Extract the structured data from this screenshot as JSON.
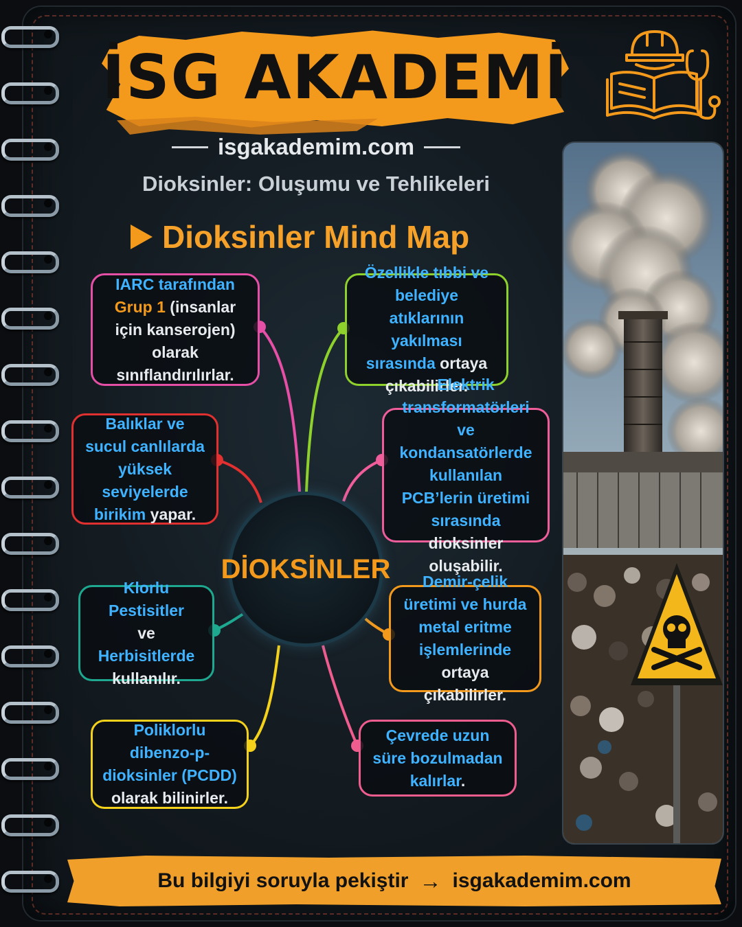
{
  "brand": {
    "title": "İSG AKADEMİ",
    "site": "isgakademim.com"
  },
  "subtitle": "Dioksinler: Oluşumu ve Tehlikeleri",
  "section_title": "Dioksinler Mind Map",
  "center_label": "DİOKSİNLER",
  "nodes": {
    "iarc": {
      "p1": "IARC tarafından",
      "highlight": "Grup 1",
      "p2": " (insanlar için kanserojen) olarak sınıflandırılırlar.",
      "color": "#e64fa6"
    },
    "burning": {
      "text": "Özellikle tıbbi ve belediye atıklarının yakılması sırasında",
      "tail": " ortaya çıkabilirler.",
      "color": "#8fd12c"
    },
    "fish": {
      "text": "Balıklar ve sucul canlılarda yüksek seviyelerde birikim",
      "tail": " yapar.",
      "color": "#e0302f"
    },
    "pcb": {
      "text": "Elektrik transformatörleri ve kondansatörlerde kullanılan PCB’lerin üretimi sırasında",
      "tail": " dioksinler oluşabilir.",
      "color": "#ef5d9a"
    },
    "pesticide": {
      "t1": "Klorlu Pestisitler",
      "t2": "ve ",
      "t3": "Herbisitlerde",
      "t4": " kullanılır.",
      "color": "#1ea88f"
    },
    "steel": {
      "text": "Demir-çelik üretimi ve hurda metal eritme işlemlerinde",
      "tail": " ortaya çıkabilirler.",
      "color": "#f39a1d"
    },
    "pcdd": {
      "text": "Poliklorlu dibenzo-p-dioksinler (PCDD)",
      "tail": " olarak bilinirler.",
      "color": "#f4d21b"
    },
    "env": {
      "text": "Çevrede uzun süre bozulmadan kalırlar",
      "tail": ".",
      "color": "#ef5d8f"
    }
  },
  "footer": {
    "text": "Bu bilgiyi soruyla pekiştir",
    "arrow": "→",
    "link": "isgakademim.com"
  },
  "icons": [
    "helmet-book-icon",
    "stethoscope-icon",
    "skull-warning-sign-icon",
    "triangle-bullet-icon"
  ]
}
